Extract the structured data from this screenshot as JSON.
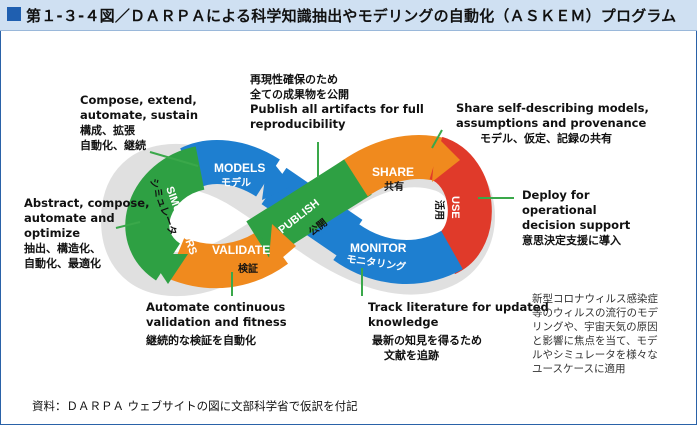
{
  "title": "第１-３-４図／ＤＡＲＰＡによる科学知識抽出やモデリングの自動化（ＡＳＫＥＭ）プログラム",
  "segments": {
    "models": {
      "en": "MODELS",
      "jp": "モデル"
    },
    "simulators": {
      "en": "SIMULATORS",
      "jp": "シミュレータ"
    },
    "validate": {
      "en": "VALIDATE",
      "jp": "検証"
    },
    "publish": {
      "en": "PUBLISH",
      "jp": "公開"
    },
    "share": {
      "en": "SHARE",
      "jp": "共有"
    },
    "use": {
      "en": "USE",
      "jp": "活用"
    },
    "monitor": {
      "en": "MONITOR",
      "jp": "モニタリング"
    }
  },
  "labels": {
    "compose": {
      "en": [
        "Compose, extend,",
        "automate, sustain"
      ],
      "jp": [
        "構成、拡張",
        "自動化、継続"
      ]
    },
    "abstract": {
      "en": [
        "Abstract, compose,",
        "automate and",
        "optimize"
      ],
      "jp": [
        "抽出、構造化、",
        "自動化、最適化"
      ]
    },
    "publish": {
      "jp": [
        "再現性確保のため",
        "全ての成果物を公開"
      ],
      "en": [
        "Publish all artifacts for full",
        "reproducibility"
      ]
    },
    "share": {
      "en": [
        "Share self-describing models,",
        "assumptions and provenance"
      ],
      "jp": [
        "モデル、仮定、記録の共有"
      ]
    },
    "deploy": {
      "en": [
        "Deploy for",
        "operational",
        "decision support"
      ],
      "jp": [
        "意思決定支援に導入"
      ]
    },
    "automate": {
      "en": [
        "Automate continuous",
        "validation and fitness"
      ],
      "jp": [
        "継続的な検証を自動化"
      ]
    },
    "track": {
      "en": [
        "Track literature for updated",
        "knowledge"
      ],
      "jp": [
        "最新の知見を得るため",
        "文献を追跡"
      ]
    }
  },
  "note": [
    "新型コロナウィルス感染症",
    "等のウィルスの流行のモデ",
    "リングや、宇宙天気の原因",
    "と影響に焦点を当て、モデ",
    "ルやシミュレータを様々な",
    "ユースケースに適用"
  ],
  "source": "資料：ＤＡＲＰＡ ウェブサイトの図に文部科学省で仮訳を付記",
  "colors": {
    "blue": "#1e7fd0",
    "green": "#2ea043",
    "orange": "#f08a1e",
    "red": "#e03a2a",
    "frame": "#2a62a8",
    "title_bg": "#cfe0f2",
    "leader": "#3aa84a"
  }
}
